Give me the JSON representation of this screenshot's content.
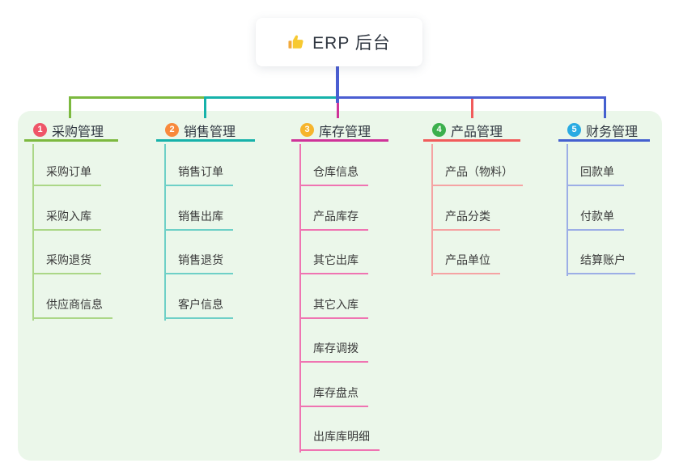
{
  "root": {
    "icon": "thumbs-up-icon",
    "label": "ERP 后台"
  },
  "connector": {
    "root_line_color": "#4a5ed2"
  },
  "panel": {
    "background": "#ebf7ea"
  },
  "branches": [
    {
      "num": "1",
      "label": "采购管理",
      "badge_color": "#ef5568",
      "line_color": "#7cb93f",
      "child_line_color": "#abd787",
      "children": [
        "采购订单",
        "采购入库",
        "采购退货",
        "供应商信息"
      ]
    },
    {
      "num": "2",
      "label": "销售管理",
      "badge_color": "#f8893c",
      "line_color": "#16b2aa",
      "child_line_color": "#6ed0c7",
      "children": [
        "销售订单",
        "销售出库",
        "销售退货",
        "客户信息"
      ]
    },
    {
      "num": "3",
      "label": "库存管理",
      "badge_color": "#f6b42c",
      "line_color": "#cf3399",
      "child_line_color": "#ef74b2",
      "children": [
        "仓库信息",
        "产品库存",
        "其它出库",
        "其它入库",
        "库存调拨",
        "库存盘点",
        "出库库明细"
      ]
    },
    {
      "num": "4",
      "label": "产品管理",
      "badge_color": "#3cb04d",
      "line_color": "#f15b5b",
      "child_line_color": "#f5a3a3",
      "children": [
        "产品（物料）",
        "产品分类",
        "产品单位"
      ]
    },
    {
      "num": "5",
      "label": "财务管理",
      "badge_color": "#29abe2",
      "line_color": "#4460cf",
      "child_line_color": "#9caee6",
      "children": [
        "回款单",
        "付款单",
        "结算账户"
      ]
    }
  ]
}
